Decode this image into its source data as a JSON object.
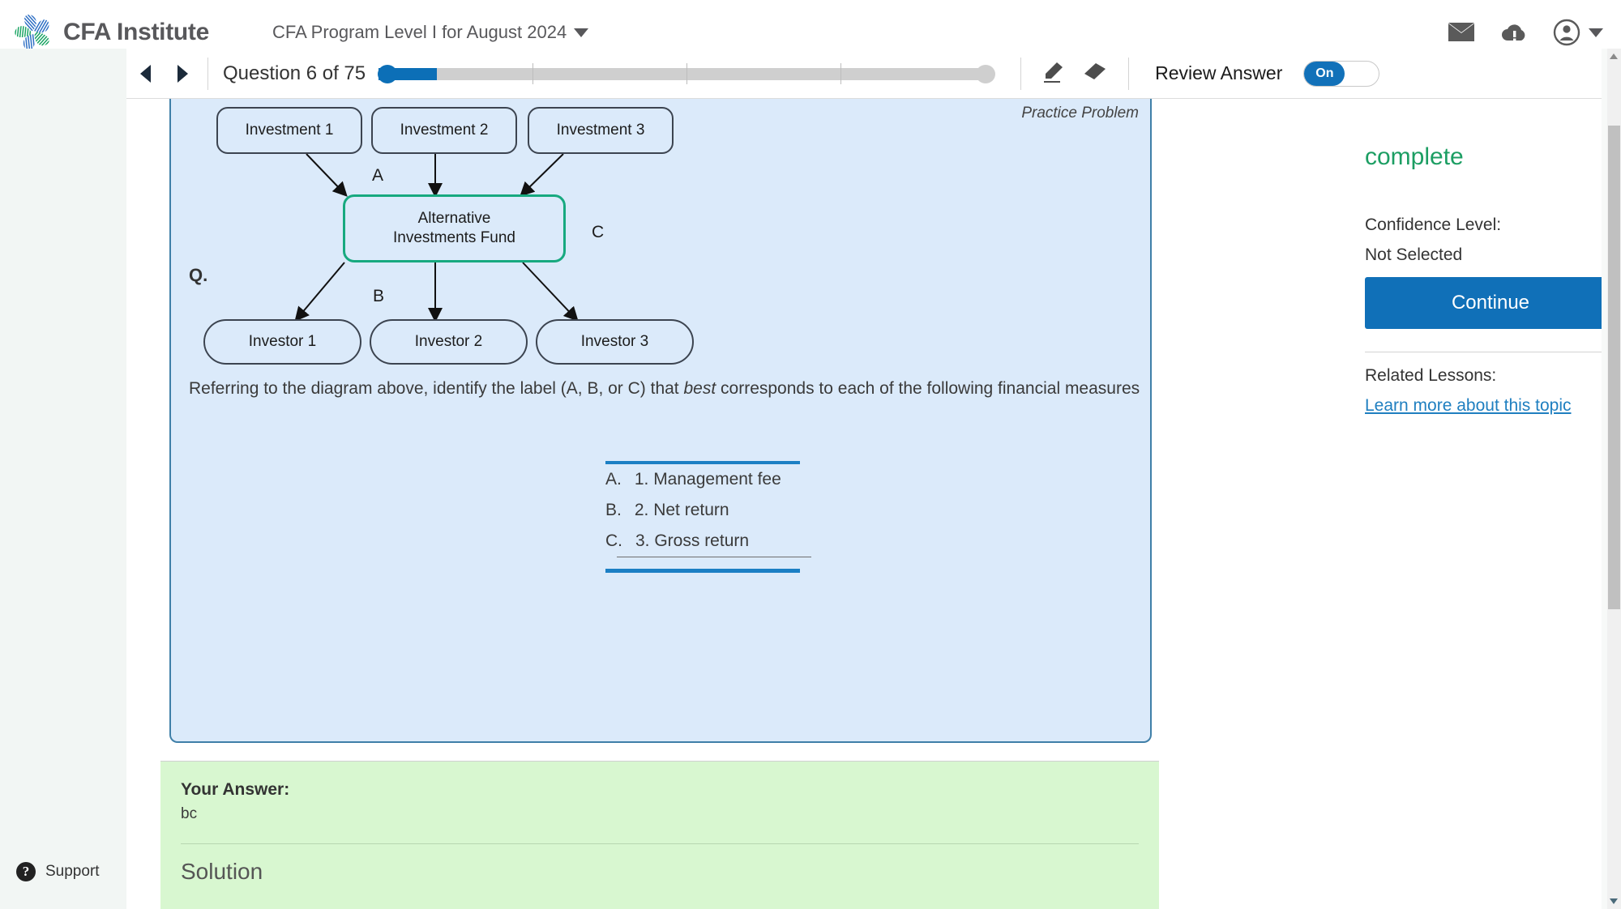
{
  "header": {
    "brand": "CFA Institute",
    "logo_icon": "cfa-pinwheel-logo",
    "course_title": "CFA Program Level I for August 2024",
    "course_caret_icon": "caret-down-icon",
    "icons": [
      {
        "name": "envelope-icon",
        "label": "Messages"
      },
      {
        "name": "cloud-alert-icon",
        "label": "Sync alert"
      },
      {
        "name": "account-circle-icon",
        "label": "Account"
      },
      {
        "name": "caret-down-icon",
        "label": "Account menu"
      }
    ]
  },
  "toolbar": {
    "prev_icon": "triangle-left-icon",
    "next_icon": "triangle-right-icon",
    "question_counter": "Question 6 of 75",
    "progress": {
      "current": 6,
      "total": 75,
      "percent": 9.5,
      "tick_count": 4
    },
    "highlighter_icon": "highlighter-pen-icon",
    "eraser_icon": "eraser-icon",
    "review_answer_label": "Review Answer",
    "review_answer_state": "On"
  },
  "sidebar": {
    "support_label": "Support",
    "support_icon": "question-circle-icon"
  },
  "question": {
    "badge": "Practice Problem",
    "marker": "Q.",
    "prompt_before": "Referring to the diagram above, identify the label (A, B, or C) that ",
    "prompt_emphasis": "best",
    "prompt_after": " corresponds to each of the following financial measures",
    "diagram": {
      "top_nodes": [
        "Investment 1",
        "Investment 2",
        "Investment 3"
      ],
      "center_node": "Alternative\nInvestments Fund",
      "center_node_line1": "Alternative",
      "center_node_line2": "Investments Fund",
      "bottom_nodes": [
        "Investor 1",
        "Investor 2",
        "Investor 3"
      ],
      "labels": [
        "A",
        "B",
        "C"
      ],
      "center_border_color": "#17a97f",
      "node_border_color": "#3c4450",
      "panel_bg": "#dbeafa"
    },
    "answer_table": {
      "rows": [
        {
          "label": "A.",
          "text": "1. Management fee"
        },
        {
          "label": "B.",
          "text": "2. Net return"
        },
        {
          "label": "C.",
          "text": "3. Gross return"
        }
      ]
    }
  },
  "your_answer": {
    "title": "Your Answer:",
    "value": "bc",
    "solution_title": "Solution",
    "bg_color": "#d8f7d0"
  },
  "right_panel": {
    "status": "complete",
    "status_color": "#1c9e63",
    "confidence_label": "Confidence Level:",
    "confidence_value": "Not Selected",
    "continue_label": "Continue",
    "continue_color": "#1070b8",
    "related_label": "Related Lessons:",
    "related_link": "Learn more about this topic",
    "link_color": "#1f7fc0"
  }
}
